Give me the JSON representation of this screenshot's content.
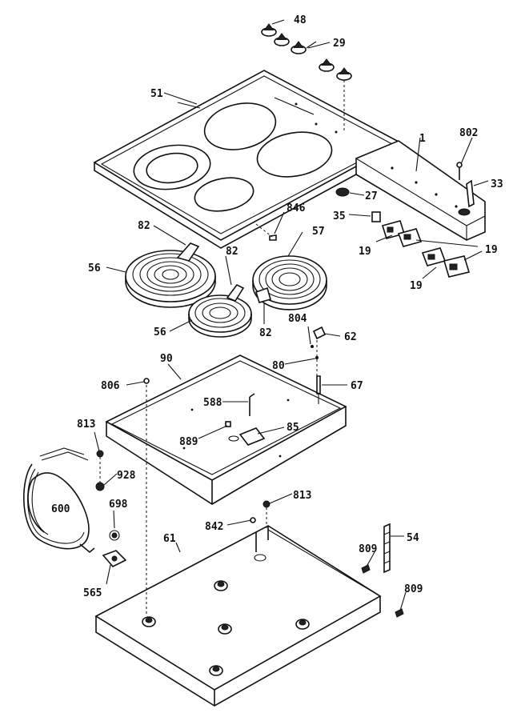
{
  "labels": {
    "l48": "48",
    "l29": "29",
    "l51": "51",
    "l1": "1",
    "l802": "802",
    "l33": "33",
    "l27": "27",
    "l35": "35",
    "l19a": "19",
    "l19b": "19",
    "l19c": "19",
    "l846": "846",
    "l82a": "82",
    "l82b": "82",
    "l82c": "82",
    "l57": "57",
    "l56a": "56",
    "l56b": "56",
    "l804": "804",
    "l62": "62",
    "l90": "90",
    "l80": "80",
    "l67": "67",
    "l806": "806",
    "l588": "588",
    "l889": "889",
    "l85": "85",
    "l813a": "813",
    "l813b": "813",
    "l928": "928",
    "l600": "600",
    "l698": "698",
    "l565": "565",
    "l842": "842",
    "l54": "54",
    "l61": "61",
    "l809a": "809",
    "l809b": "809"
  }
}
